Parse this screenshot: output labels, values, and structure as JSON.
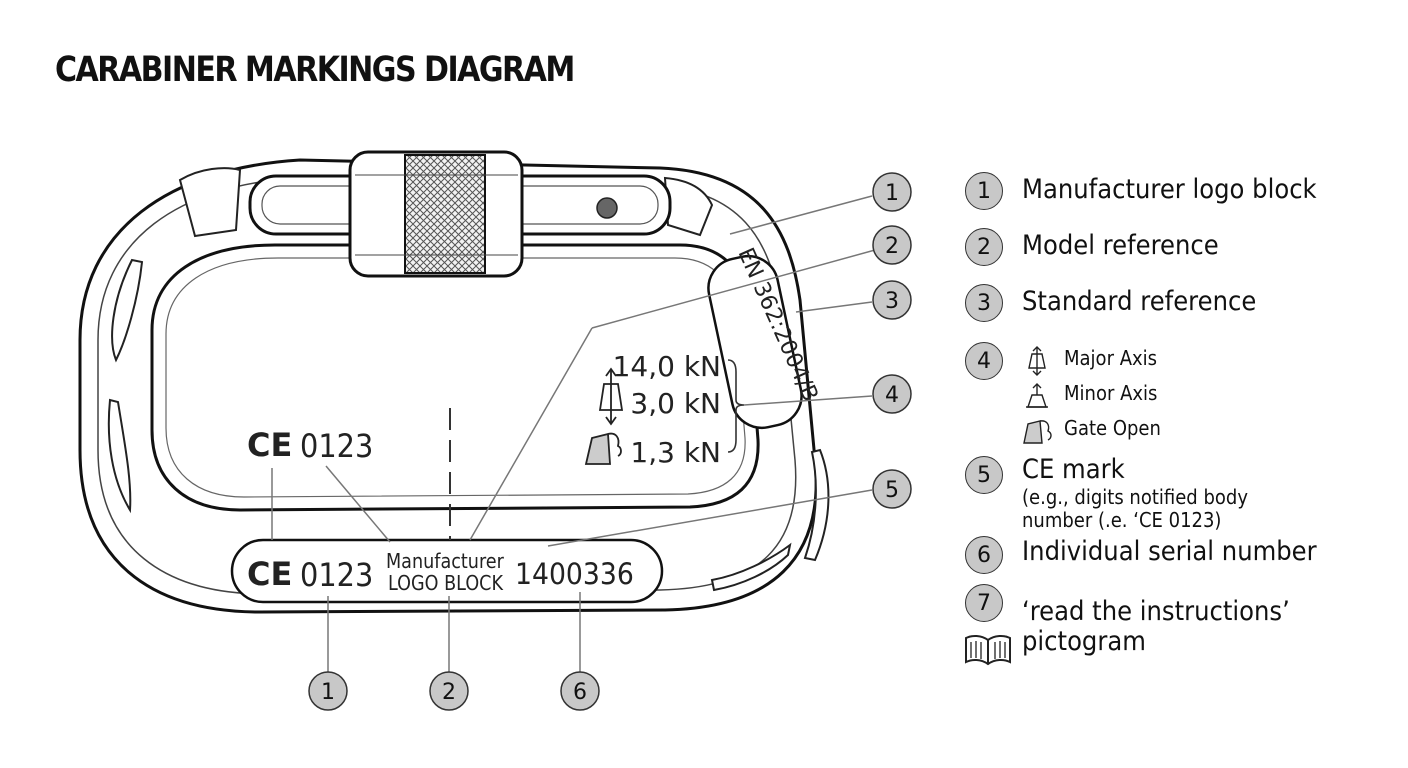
{
  "title": "CARABINER MARKINGS DIAGRAM",
  "body_markings": {
    "ce_mark": "CE",
    "notified_body_number": "0123",
    "major_axis_strength": "14,0 kN",
    "minor_axis_strength": "3,0 kN",
    "gate_open_strength": "1,3 kN",
    "standard": "EN 362:2004/B"
  },
  "spine_markings": {
    "ce_mark": "CE",
    "notified_body_number": "0123",
    "manufacturer_line1": "Manufacturer",
    "manufacturer_line2": "LOGO BLOCK",
    "serial_number": "1400336"
  },
  "callouts": {
    "c1_right": "1",
    "c2_right": "2",
    "c3_right": "3",
    "c4_right": "4",
    "c5_right": "5",
    "c1_bottom": "1",
    "c2_bottom": "2",
    "c6_bottom": "6"
  },
  "legend": {
    "item1": {
      "number": "1",
      "label": "Manufacturer logo block"
    },
    "item2": {
      "number": "2",
      "label": "Model reference"
    },
    "item3": {
      "number": "3",
      "label": "Standard reference"
    },
    "item4": {
      "number": "4",
      "major_axis": "Major Axis",
      "minor_axis": "Minor Axis",
      "gate_open": "Gate Open"
    },
    "item5": {
      "number": "5",
      "label": "CE mark",
      "detail_line1": "(e.g., digits notified body",
      "detail_line2": "number (.e. ‘CE 0123)"
    },
    "item6": {
      "number": "6",
      "label": "Individual serial number"
    },
    "item7": {
      "number": "7",
      "label_line1": "‘read the instructions’",
      "label_line2": "pictogram"
    }
  },
  "icons": {
    "major_axis": "major-axis-icon",
    "minor_axis": "minor-axis-icon",
    "gate_open": "gate-open-icon",
    "instructions": "open-book-icon"
  },
  "colors": {
    "ink": "#111111",
    "callout_fill": "#c8c8c8",
    "leader_line": "#777777"
  }
}
